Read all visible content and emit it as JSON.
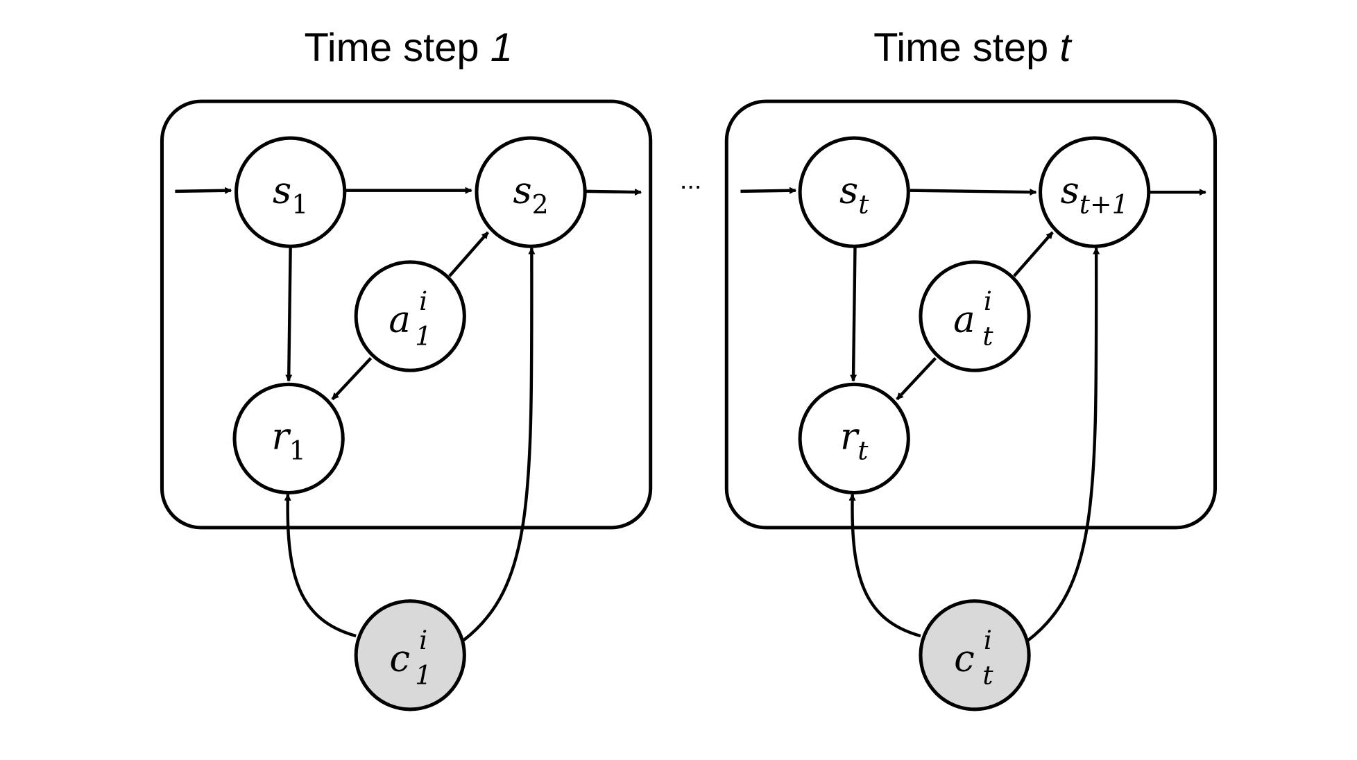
{
  "panels": [
    {
      "title_text": "Time step ",
      "title_index": "1",
      "nodes": {
        "s_prev": {
          "base": "s",
          "sub": "1"
        },
        "s_next": {
          "base": "s",
          "sub": "2"
        },
        "action": {
          "base": "a",
          "sub": "1",
          "sup": "i"
        },
        "reward": {
          "base": "r",
          "sub": "1"
        },
        "context": {
          "base": "c",
          "sub": "1",
          "sup": "i",
          "observed": true
        }
      }
    },
    {
      "title_text": "Time step ",
      "title_index": "t",
      "nodes": {
        "s_prev": {
          "base": "s",
          "sub": "t"
        },
        "s_next": {
          "base": "s",
          "sub": "t+1"
        },
        "action": {
          "base": "a",
          "sub": "t",
          "sup": "i"
        },
        "reward": {
          "base": "r",
          "sub": "t"
        },
        "context": {
          "base": "c",
          "sub": "t",
          "sup": "i",
          "observed": true
        }
      }
    }
  ],
  "ellipsis": "...",
  "colors": {
    "observed_fill": "#d9d9d9",
    "stroke": "#000000"
  }
}
